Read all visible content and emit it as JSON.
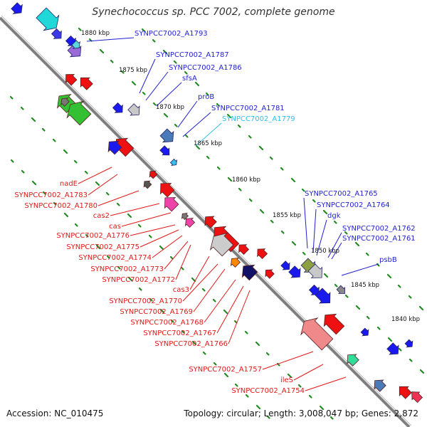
{
  "title": "Synechococcus sp. PCC 7002, complete genome",
  "footer": {
    "accession": "Accession: NC_010475",
    "summary": "Topology: circular; Length: 3,008,047 bp; Genes: 2,872"
  },
  "colors": {
    "backbone": "#7f7f7f",
    "forward_label": "#1f1fd0",
    "reverse_label": "#e01818",
    "highlight_label": "#33c0ee",
    "gc_dots": "#228b22"
  },
  "kbp_ticks": [
    "1880 kbp",
    "1875 kbp",
    "1870 kbp",
    "1865 kbp",
    "1860 kbp",
    "1855 kbp",
    "1850 kbp",
    "1845 kbp",
    "1840 kbp"
  ],
  "forward_genes": [
    "SYNPCC7002_A1793",
    "SYNPCC7002_A1787",
    "SYNPCC7002_A1786",
    "sfsA",
    "proB",
    "SYNPCC7002_A1781",
    "SYNPCC7002_A1779",
    "SYNPCC7002_A1765",
    "SYNPCC7002_A1764",
    "dgk",
    "SYNPCC7002_A1762",
    "SYNPCC7002_A1761",
    "psbB"
  ],
  "reverse_genes": [
    "nadE",
    "SYNPCC7002_A1783",
    "SYNPCC7002_A1780",
    "cas2",
    "cas",
    "SYNPCC7002_A1776",
    "SYNPCC7002_A1775",
    "SYNPCC7002_A1774",
    "SYNPCC7002_A1773",
    "SYNPCC7002_A1772",
    "cas3",
    "SYNPCC7002_A1770",
    "SYNPCC7002_A1769",
    "SYNPCC7002_A1768",
    "SYNPCC7002_A1767",
    "SYNPCC7002_A1766",
    "SYNPCC7002_A1757",
    "ileS",
    "SYNPCC7002_A1754"
  ]
}
